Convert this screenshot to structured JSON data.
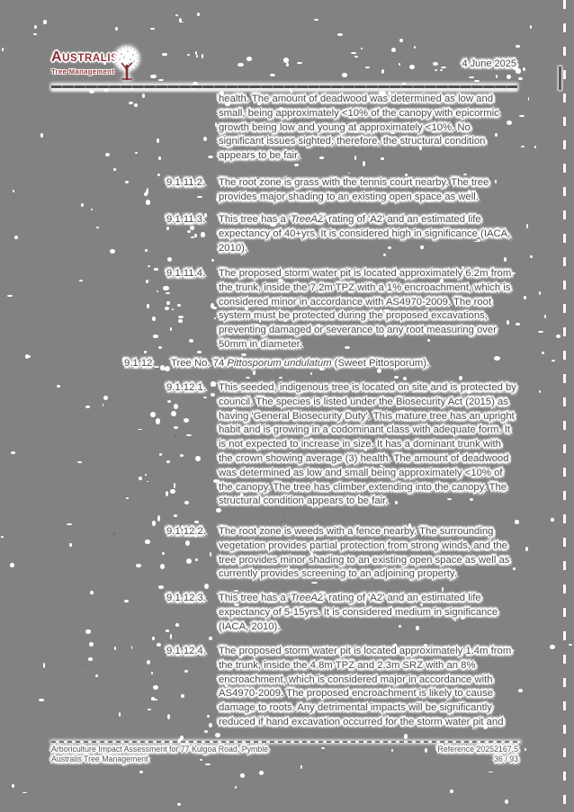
{
  "header": {
    "logo_brand_initial": "A",
    "logo_brand_rest": "USTRALIS",
    "logo_tagline": "Tree Management",
    "date": "4 June 2025"
  },
  "document": {
    "paragraphs": [
      {
        "number": "",
        "parts": [
          {
            "t": "health. The amount of deadwood was determined as low and small, being approximately <10% of the canopy with epicormic growth being low and young at approximately <10%. No significant issues sighted; therefore, the structural condition appears to be fair.",
            "i": false
          }
        ]
      },
      {
        "number": "9.1.11.2.",
        "parts": [
          {
            "t": "The root zone is grass with the tennis court nearby. The tree provides major shading to an existing open space as well.",
            "i": false
          }
        ]
      },
      {
        "number": "9.1.11.3.",
        "parts": [
          {
            "t": "This tree has a '",
            "i": false
          },
          {
            "t": "TreeAZ",
            "i": true
          },
          {
            "t": "' rating of 'A2' and an estimated life expectancy of 40+yrs. It is considered high in significance (IACA, 2010).",
            "i": false
          }
        ]
      },
      {
        "number": "9.1.11.4.",
        "parts": [
          {
            "t": "The proposed storm water pit is located approximately 6.2m from the trunk, inside the 7.2m TPZ with a 1% encroachment, which is considered minor in accordance with AS4970-2009. The root system must be protected during the proposed excavations, preventing damaged or severance to any root measuring over 50mm in diameter.",
            "i": false
          }
        ]
      },
      {
        "number": "9.1.12",
        "level": "main",
        "parts": [
          {
            "t": "Tree No. 74 ",
            "i": false
          },
          {
            "t": "Pittosporum undulatum",
            "i": true
          },
          {
            "t": " (Sweet Pittosporum).",
            "i": false
          }
        ]
      },
      {
        "number": "9.1.12.1.",
        "parts": [
          {
            "t": "This seeded, indigenous tree is located on site and is protected by council. The species is listed under the Biosecurity Act (2015) as having 'General Biosecurity Duty'. This mature tree has an upright habit and is growing in a codominant class with adequate form. It is not expected to increase in size. It has a dominant trunk with the crown showing average (3) health. The amount of deadwood was determined as low and small being approximately <10% of the canopy. The tree has climber extending into the canopy. The structural condition appears to be fair.",
            "i": false
          }
        ]
      },
      {
        "number": "9.1.12.2.",
        "parts": [
          {
            "t": "The root zone is weeds with a fence nearby. The surrounding vegetation provides partial protection from strong winds, and the tree provides minor shading to an existing open space as well as currently provides screening to an adjoining property.",
            "i": false
          }
        ]
      },
      {
        "number": "9.1.12.3.",
        "parts": [
          {
            "t": "This tree has a '",
            "i": false
          },
          {
            "t": "TreeAZ",
            "i": true
          },
          {
            "t": "' rating of 'A2' and an estimated life expectancy of 5-15yrs. It is considered medium in significance (IACA, 2010).",
            "i": false
          }
        ]
      },
      {
        "number": "9.1.12.4.",
        "parts": [
          {
            "t": "The proposed storm water pit is located approximately 1.4m from the trunk, inside the 4.8m TPZ and 2.3m SRZ with an 8% encroachment, which is considered major in accordance with AS4970-2009. The proposed encroachment is likely to cause damage to roots. Any detrimental impacts will be significantly reduced if hand excavation occurred for the storm water pit and",
            "i": false
          }
        ]
      }
    ]
  },
  "footer": {
    "left_line1": "Arboriculture Impact Assessment for 77 Kulgoa Road, Pymble",
    "left_line2": "Australis Tree Management",
    "right_line1": "Reference 20252167.5",
    "right_line2": "36 / 93"
  },
  "colors": {
    "background": "#828282",
    "text": "#4b4b4b",
    "halo": "#ffffff",
    "brand_red": "#8c2f36"
  }
}
